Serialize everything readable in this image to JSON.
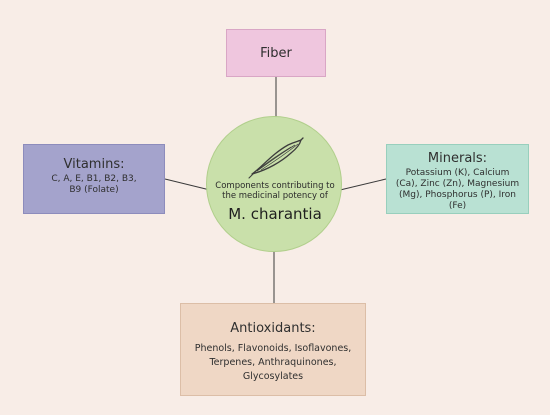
{
  "center": {
    "caption": "Components contributing to the medicinal potency of",
    "species": "M. charantia"
  },
  "nodes": {
    "fiber": {
      "title": "Fiber"
    },
    "vitamins": {
      "title": "Vitamins:",
      "body": "C, A, E, B1, B2, B3, B9 (Folate)"
    },
    "minerals": {
      "title": "Minerals:",
      "body": "Potassium (K), Calcium (Ca), Zinc (Zn), Magnesium (Mg), Phosphorus (P), Iron (Fe)"
    },
    "antioxidants": {
      "title": "Antioxidants:",
      "body": "Phenols, Flavonoids, Isoflavones, Terpenes, Anthraquinones, Glycosylates"
    }
  },
  "colors": {
    "background": "#f8ede7",
    "fiber": "#efc6de",
    "vitamins": "#a4a3cc",
    "minerals": "#b9e1d3",
    "antioxidants": "#efd7c5",
    "center": "#c9e0aa",
    "connector": "#3a3a3a"
  },
  "icons": {
    "center_icon": "bitter-gourd-icon"
  }
}
